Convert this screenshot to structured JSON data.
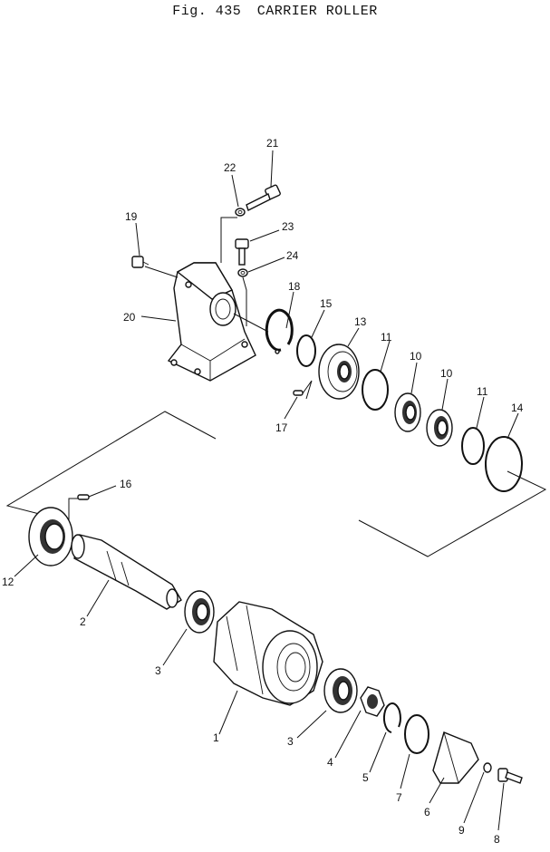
{
  "figure": {
    "number": "Fig. 435",
    "title": "CARRIER ROLLER"
  },
  "callouts": [
    {
      "id": "c1",
      "label": "1"
    },
    {
      "id": "c2",
      "label": "2"
    },
    {
      "id": "c3a",
      "label": "3"
    },
    {
      "id": "c3b",
      "label": "3"
    },
    {
      "id": "c4",
      "label": "4"
    },
    {
      "id": "c5",
      "label": "5"
    },
    {
      "id": "c6",
      "label": "6"
    },
    {
      "id": "c7",
      "label": "7"
    },
    {
      "id": "c8",
      "label": "8"
    },
    {
      "id": "c9",
      "label": "9"
    },
    {
      "id": "c10a",
      "label": "10"
    },
    {
      "id": "c10b",
      "label": "10"
    },
    {
      "id": "c11a",
      "label": "11"
    },
    {
      "id": "c11b",
      "label": "11"
    },
    {
      "id": "c12",
      "label": "12"
    },
    {
      "id": "c13",
      "label": "13"
    },
    {
      "id": "c14",
      "label": "14"
    },
    {
      "id": "c15",
      "label": "15"
    },
    {
      "id": "c16",
      "label": "16"
    },
    {
      "id": "c17",
      "label": "17"
    },
    {
      "id": "c18",
      "label": "18"
    },
    {
      "id": "c19",
      "label": "19"
    },
    {
      "id": "c20",
      "label": "20"
    },
    {
      "id": "c21",
      "label": "21"
    },
    {
      "id": "c22",
      "label": "22"
    },
    {
      "id": "c23",
      "label": "23"
    },
    {
      "id": "c24",
      "label": "24"
    }
  ]
}
